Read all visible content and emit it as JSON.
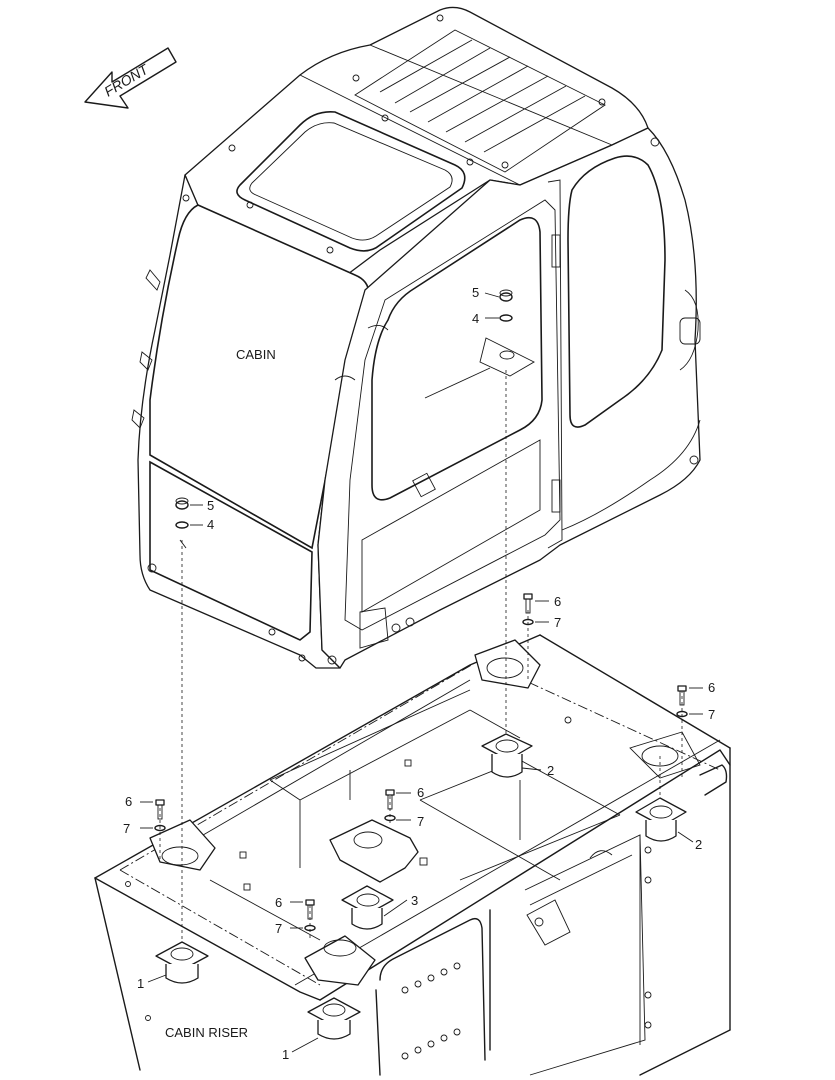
{
  "front_arrow": {
    "label": "FRONT"
  },
  "labels": {
    "cabin": "CABIN",
    "cabin_riser": "CABIN RISER"
  },
  "callouts": [
    {
      "id": "c5a",
      "text": "5"
    },
    {
      "id": "c4a",
      "text": "4"
    },
    {
      "id": "c5b",
      "text": "5"
    },
    {
      "id": "c4b",
      "text": "4"
    },
    {
      "id": "c6a",
      "text": "6"
    },
    {
      "id": "c7a",
      "text": "7"
    },
    {
      "id": "c6b",
      "text": "6"
    },
    {
      "id": "c7b",
      "text": "7"
    },
    {
      "id": "c2a",
      "text": "2"
    },
    {
      "id": "c6c",
      "text": "6"
    },
    {
      "id": "c7c",
      "text": "7"
    },
    {
      "id": "c6d",
      "text": "6"
    },
    {
      "id": "c7d",
      "text": "7"
    },
    {
      "id": "c2b",
      "text": "2"
    },
    {
      "id": "c6e",
      "text": "6"
    },
    {
      "id": "c7e",
      "text": "7"
    },
    {
      "id": "c3",
      "text": "3"
    },
    {
      "id": "c1a",
      "text": "1"
    },
    {
      "id": "c1b",
      "text": "1"
    }
  ]
}
